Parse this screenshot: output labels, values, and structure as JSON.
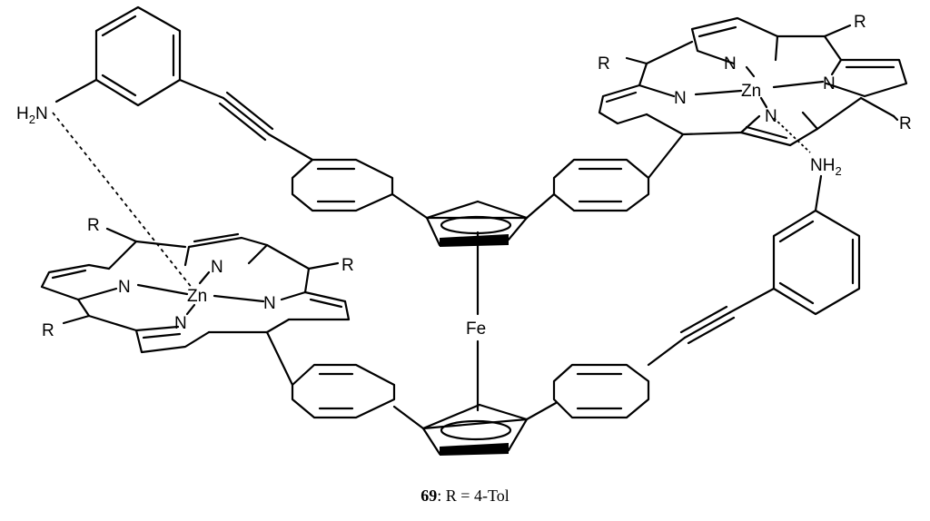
{
  "labels": {
    "amine": "H",
    "amine_sub": "2",
    "amine_N": "N",
    "amine_right": "NH",
    "zn": "Zn",
    "n": "N",
    "r": "R",
    "fe": "Fe"
  },
  "caption": {
    "compound_number": "69",
    "definition": ": R = 4-Tol"
  }
}
